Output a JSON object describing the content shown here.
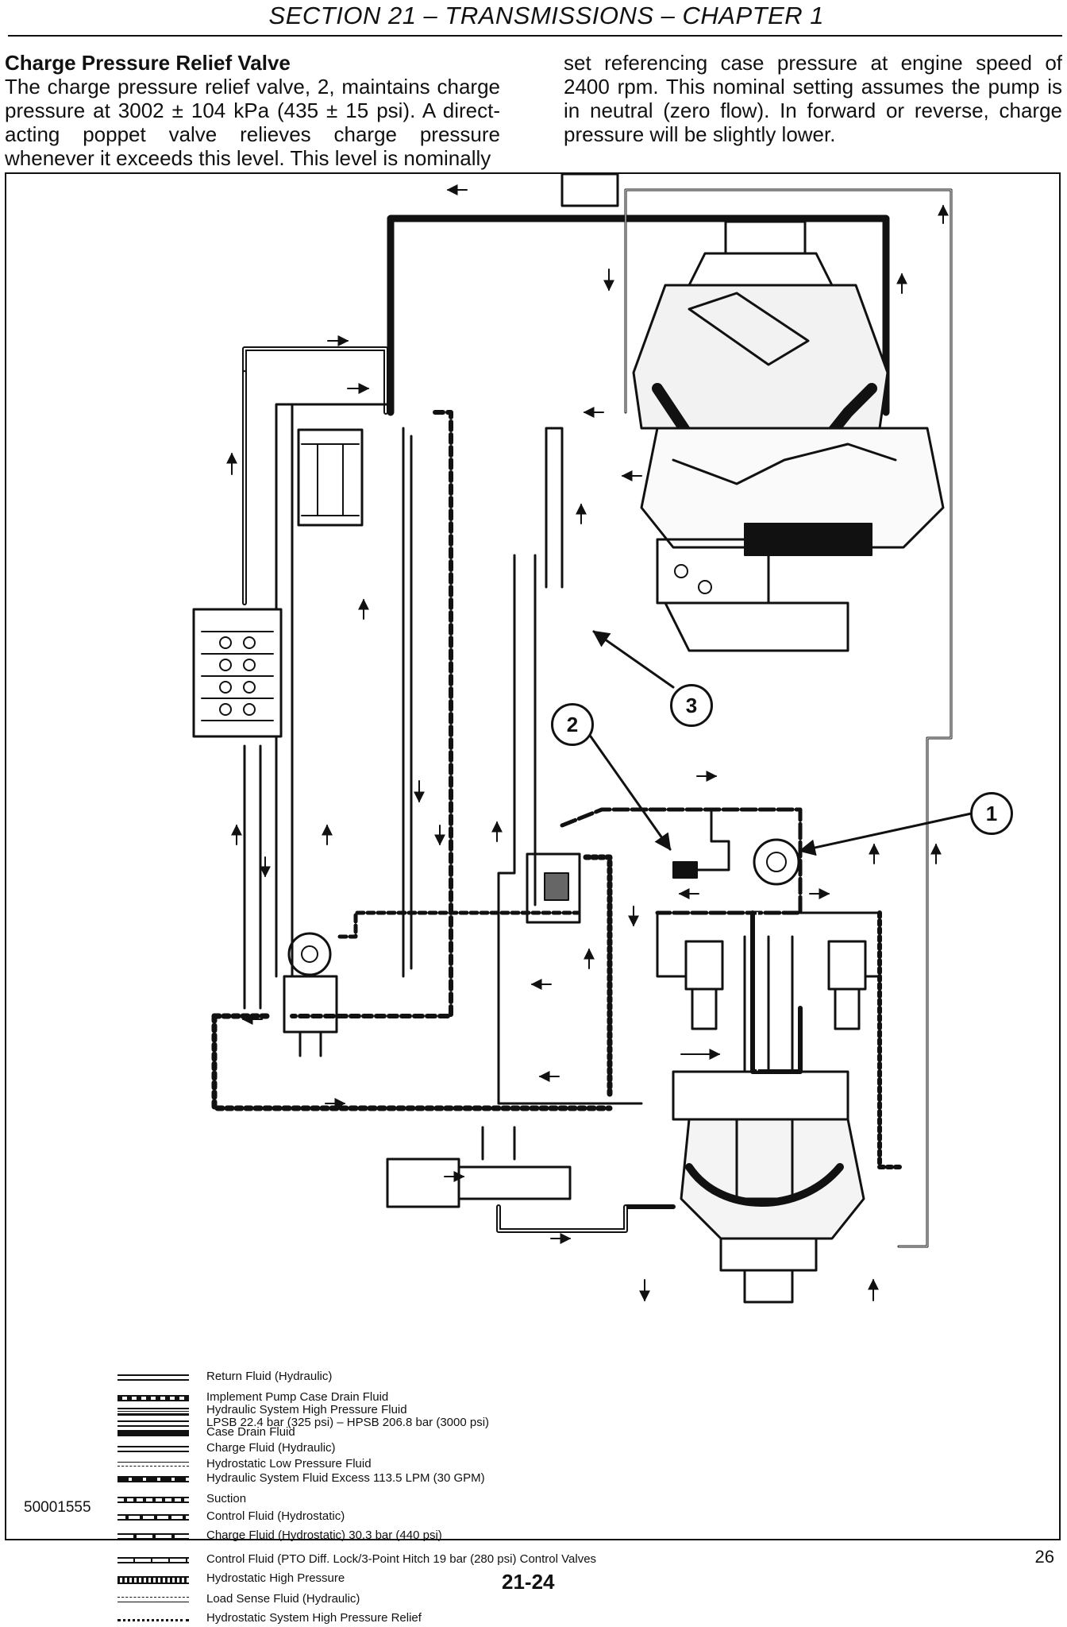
{
  "header": {
    "section_title": "SECTION 21 – TRANSMISSIONS – CHAPTER 1"
  },
  "text": {
    "heading": "Charge Pressure Relief Valve",
    "left_body": "The charge pressure relief valve, 2, maintains charge pressure at 3002 ± 104 kPa (435 ± 15 psi). A direct-acting poppet valve relieves charge pressure whenever it exceeds this level. This level is nominally",
    "right_body": "set referencing case pressure at engine speed of 2400 rpm. This nominal setting assumes the pump is in neutral (zero flow). In forward or reverse, charge pressure will be slightly lower."
  },
  "figure": {
    "callouts": [
      "1",
      "2",
      "3"
    ],
    "figure_id": "50001555",
    "legend": [
      {
        "label": "Return Fluid (Hydraulic)"
      },
      {
        "label": "Implement Pump Case Drain Fluid"
      },
      {
        "label": "Hydraulic System High Pressure Fluid"
      },
      {
        "label": "LPSB 22.4 bar (325 psi) – HPSB 206.8 bar (3000 psi)"
      },
      {
        "label": "Case Drain Fluid"
      },
      {
        "label": "Charge Fluid (Hydraulic)"
      },
      {
        "label": "Hydrostatic Low Pressure Fluid"
      },
      {
        "label": "Hydraulic System Fluid Excess 113.5 LPM (30 GPM)"
      },
      {
        "label": "Suction"
      },
      {
        "label": "Control Fluid (Hydrostatic)"
      },
      {
        "label": "Charge Fluid (Hydrostatic) 30.3 bar (440 psi)"
      },
      {
        "label": "Control Fluid (PTO Diff. Lock/3-Point Hitch 19 bar (280 psi) Control Valves"
      },
      {
        "label": "Hydrostatic High Pressure"
      },
      {
        "label": "Load Sense Fluid (Hydraulic)"
      },
      {
        "label": "Hydrostatic System High Pressure Relief"
      }
    ]
  },
  "footer": {
    "page_number": "26",
    "folio": "21-24"
  }
}
